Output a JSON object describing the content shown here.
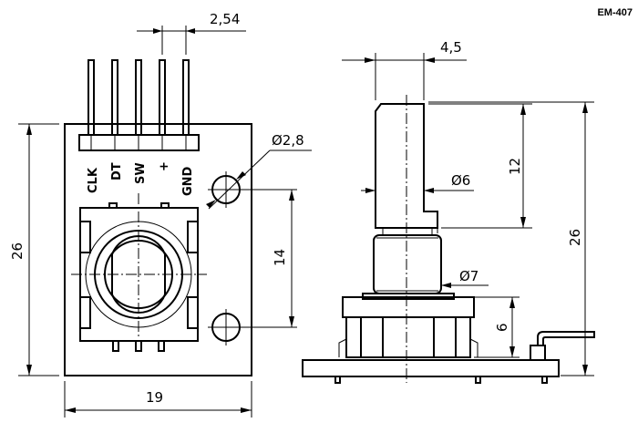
{
  "model_code": "EM-407",
  "pin_labels": [
    "CLK",
    "DT",
    "SW",
    "+",
    "GND"
  ],
  "dimensions": {
    "pin_pitch": "2,54",
    "hole_diameter": "Ø2,8",
    "board_height": "26",
    "board_width": "19",
    "hole_spacing": "14",
    "shaft_diameter": "4,5",
    "shaft_length": "12",
    "shaft_outer_diameter": "Ø6",
    "total_height": "26",
    "thread_diameter": "Ø7",
    "body_height": "6"
  }
}
